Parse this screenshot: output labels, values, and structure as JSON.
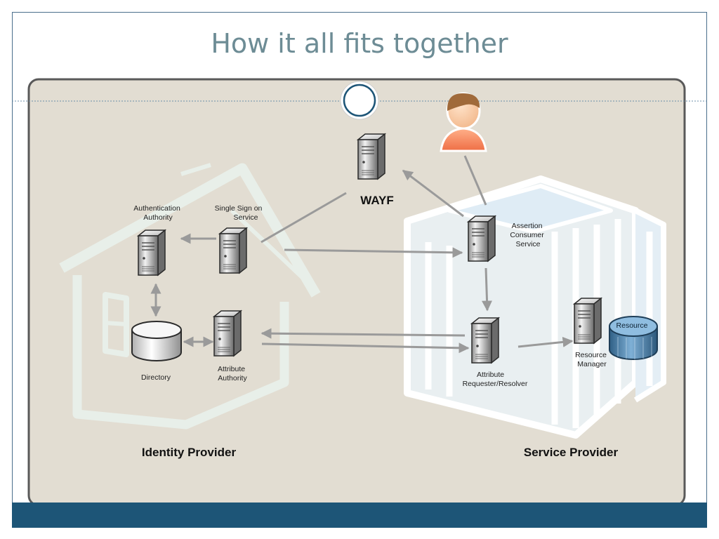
{
  "slide": {
    "title": "How it all fits together"
  },
  "diagram": {
    "nodes": {
      "wayf": "WAYF",
      "authentication_authority": [
        "Authentication",
        "Authority"
      ],
      "single_sign_on_service": [
        "Single Sign on",
        "Service"
      ],
      "directory": "Directory",
      "attribute_authority": [
        "Attribute",
        "Authority"
      ],
      "assertion_consumer_service": [
        "Assertion",
        "Consumer",
        "Service"
      ],
      "attribute_requester_resolver": [
        "Attribute",
        "Requester/Resolver"
      ],
      "resource_manager": [
        "Resource",
        "Manager"
      ],
      "resource": "Resource"
    },
    "groups": {
      "identity_provider": "Identity Provider",
      "service_provider": "Service Provider"
    },
    "icons": {
      "user": "user-icon",
      "server": "server-icon",
      "database": "database-icon",
      "house": "house-icon",
      "building": "building-icon"
    },
    "colors": {
      "title": "#6d8c95",
      "panel_bg": "#e2ddd2",
      "panel_border": "#595959",
      "footer": "#1d5577",
      "arrow": "#9a9a9a",
      "resource_db": "#4a7fa8",
      "user": "#f08050"
    }
  }
}
